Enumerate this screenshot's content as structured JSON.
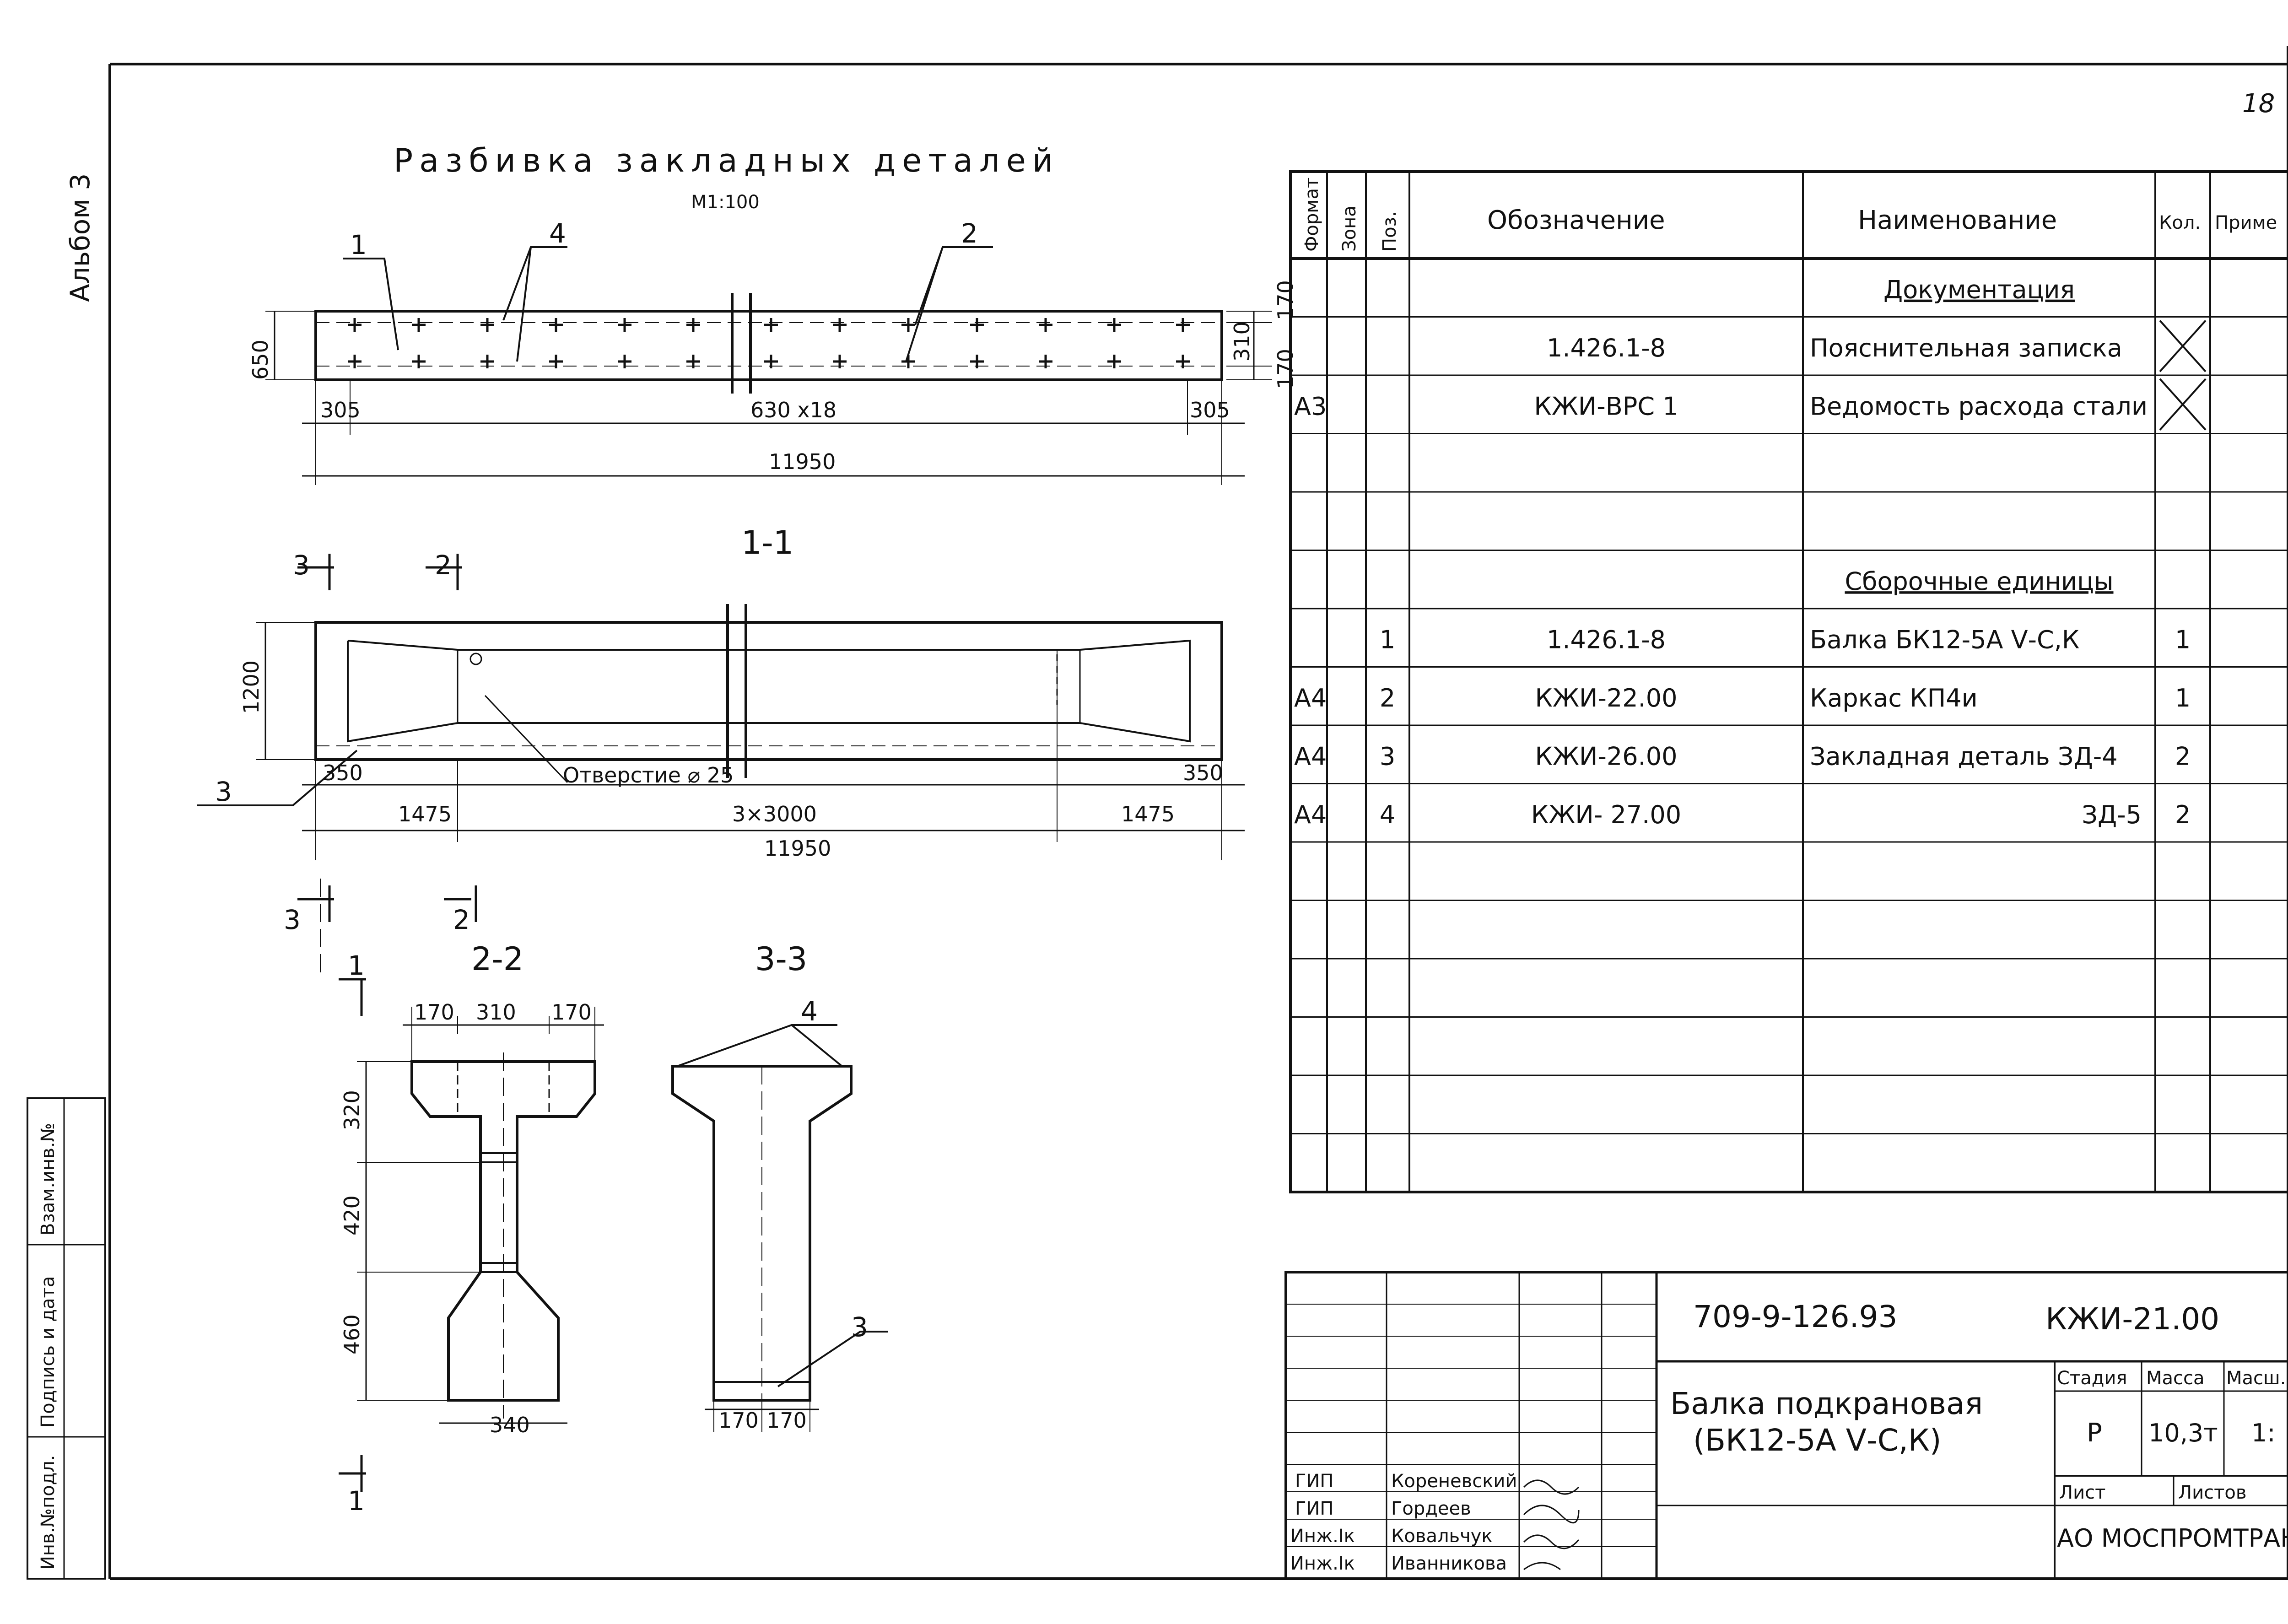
{
  "sheet": {
    "page_number": "18",
    "album_label": "Альбом 3",
    "left_stamp": [
      "Инв.№подл.",
      "Подпись и дата",
      "Взам.инв.№"
    ]
  },
  "drawing": {
    "title": "Разбивка закладных деталей",
    "scale_note": "М1:100",
    "plan": {
      "callouts": [
        "1",
        "4",
        "2"
      ],
      "dims": {
        "height": "650",
        "right_top": "170",
        "right_mid": "310",
        "right_bottom": "170",
        "left_end": "305",
        "span": "630 x18",
        "right_end": "305",
        "total": "11950"
      }
    },
    "section_1_1": {
      "title": "1-1",
      "cut_marks": [
        "3",
        "2",
        "3",
        "2"
      ],
      "height": "1200",
      "callout_3": "3",
      "hole_note": "Отверстие ⌀ 25",
      "dims": {
        "left_end": "350",
        "left_bay": "1475",
        "mid": "3×3000",
        "right_bay": "1475",
        "right_end": "350",
        "total": "11950"
      }
    },
    "section_2_2": {
      "title": "2-2",
      "cut_mark": "1",
      "top_dims": [
        "170",
        "310",
        "170"
      ],
      "heights": [
        "320",
        "420",
        "460"
      ],
      "bottom": "340"
    },
    "section_3_3": {
      "title": "3-3",
      "callout_4": "4",
      "callout_3": "3",
      "bottom_dims": [
        "170",
        "170"
      ]
    }
  },
  "spec": {
    "headers": {
      "format": "Формат",
      "zone": "Зона",
      "pos": "Поз.",
      "designation": "Обозначение",
      "name": "Наименование",
      "qty": "Кол.",
      "note": "Приме"
    },
    "rows": [
      {
        "format": "",
        "pos": "",
        "designation": "",
        "name": "Документация",
        "qty": "",
        "heading": true
      },
      {
        "format": "",
        "pos": "",
        "designation": "1.426.1-8",
        "name": "Пояснительная записка",
        "qty": "",
        "cross": true
      },
      {
        "format": "А3",
        "pos": "",
        "designation": "КЖИ-ВРС 1",
        "name": "Ведомость расхода стали",
        "qty": "",
        "cross": true
      },
      {
        "format": "",
        "pos": "",
        "designation": "",
        "name": "",
        "qty": ""
      },
      {
        "format": "",
        "pos": "",
        "designation": "",
        "name": "",
        "qty": ""
      },
      {
        "format": "",
        "pos": "",
        "designation": "",
        "name": "Сборочные единицы",
        "qty": "",
        "heading": true
      },
      {
        "format": "",
        "pos": "1",
        "designation": "1.426.1-8",
        "name": "Балка БК12-5А Ⅴ-С,К",
        "qty": "1"
      },
      {
        "format": "А4",
        "pos": "2",
        "designation": "КЖИ-22.00",
        "name": "Каркас КП4и",
        "qty": "1"
      },
      {
        "format": "А4",
        "pos": "3",
        "designation": "КЖИ-26.00",
        "name": "Закладная деталь ЗД-4",
        "qty": "2"
      },
      {
        "format": "А4",
        "pos": "4",
        "designation": "КЖИ- 27.00",
        "name": "ЗД-5",
        "qty": "2"
      },
      {
        "format": "",
        "pos": "",
        "designation": "",
        "name": "",
        "qty": ""
      },
      {
        "format": "",
        "pos": "",
        "designation": "",
        "name": "",
        "qty": ""
      },
      {
        "format": "",
        "pos": "",
        "designation": "",
        "name": "",
        "qty": ""
      },
      {
        "format": "",
        "pos": "",
        "designation": "",
        "name": "",
        "qty": ""
      },
      {
        "format": "",
        "pos": "",
        "designation": "",
        "name": "",
        "qty": ""
      },
      {
        "format": "",
        "pos": "",
        "designation": "",
        "name": "",
        "qty": ""
      }
    ]
  },
  "title_block": {
    "project": "709-9-126.93",
    "doc_code": "КЖИ-21.00",
    "item_name_line1": "Балка подкрановая",
    "item_name_line2": "(БК12-5А Ⅴ-С,К)",
    "stage_label": "Стадия",
    "mass_label": "Масса",
    "scale_label": "Масш.",
    "stage": "Р",
    "mass": "10,3т",
    "scale": "1:",
    "sheet_label": "Лист",
    "sheets_label": "Листов",
    "org": "АО МОСПРОМТРАНСПР",
    "staff": [
      {
        "role": "ГИП",
        "name": "Кореневский"
      },
      {
        "role": "ГИП",
        "name": "Гордеев"
      },
      {
        "role": "Инж.Iк",
        "name": "Ковальчук"
      },
      {
        "role": "Инж.Iк",
        "name": "Иванникова"
      }
    ]
  }
}
